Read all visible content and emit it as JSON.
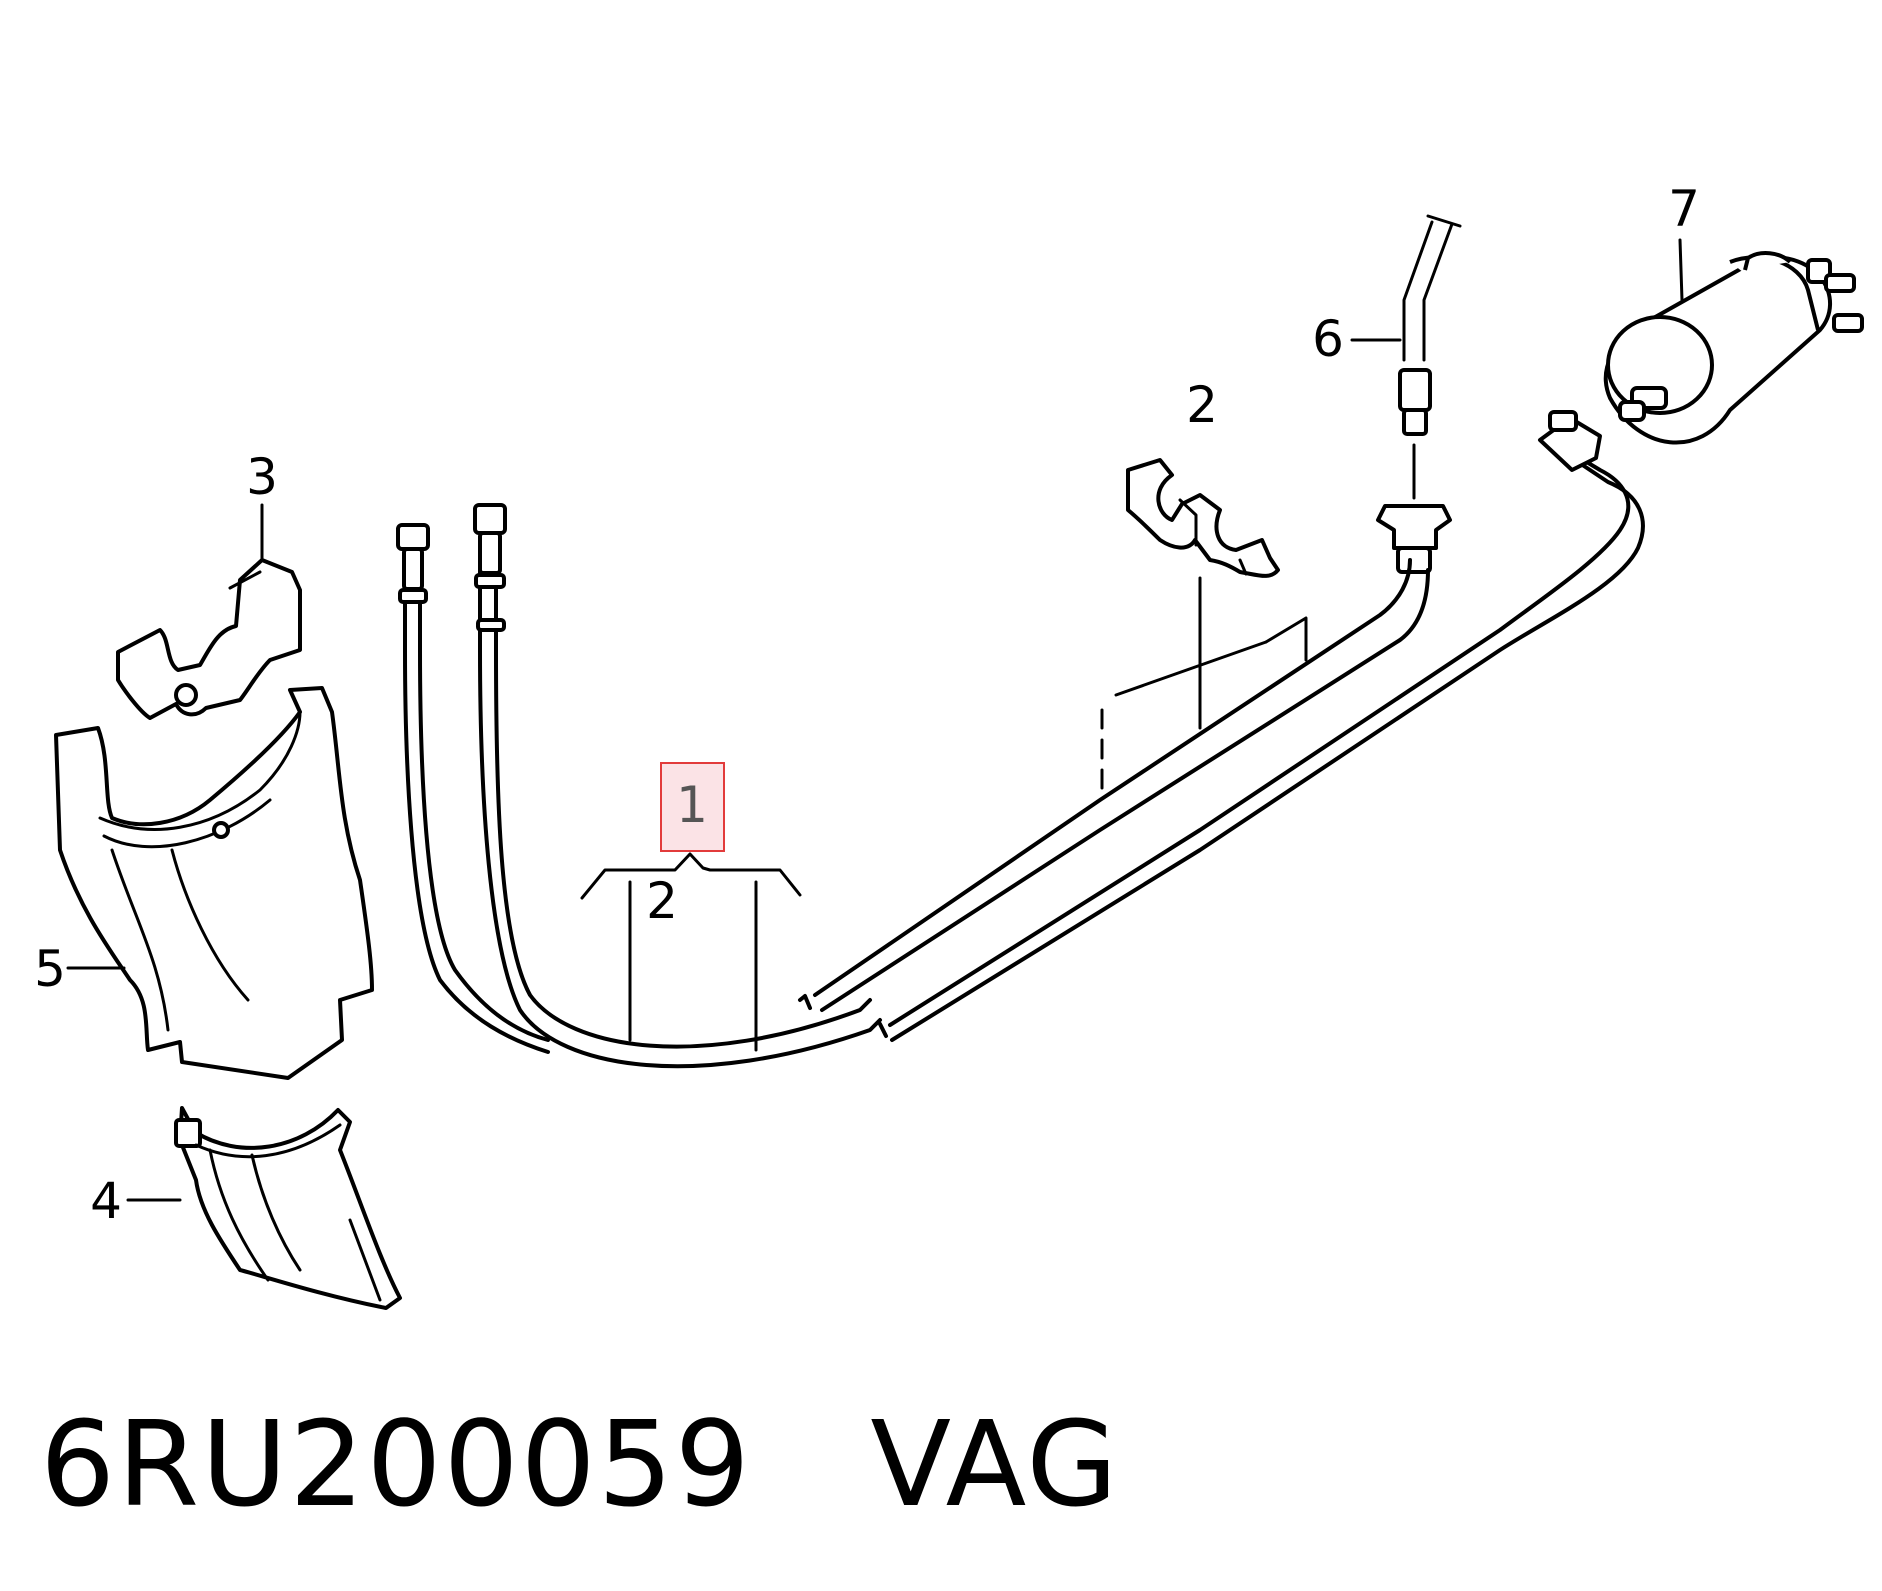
{
  "callouts": {
    "c1": "1",
    "c2a": "2",
    "c2b": "2",
    "c3": "3",
    "c4": "4",
    "c5": "5",
    "c6": "6",
    "c7": "7"
  },
  "caption": {
    "part_number": "6RU200059",
    "brand": "VAG"
  },
  "colors": {
    "line": "#000000",
    "highlight_border": "#e23b3b",
    "highlight_fill": "#fbe3e6"
  }
}
